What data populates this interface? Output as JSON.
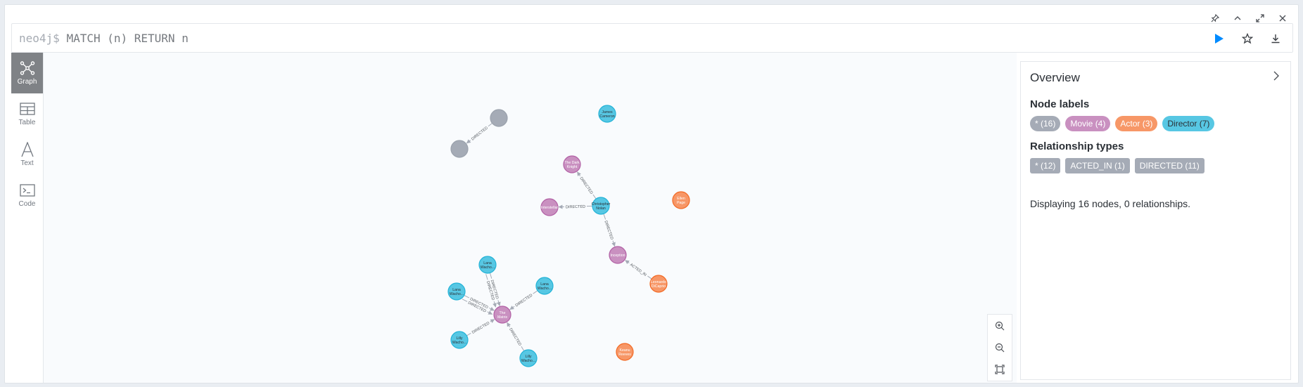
{
  "editor": {
    "prompt": "neo4j$",
    "query": "MATCH (n) RETURN n"
  },
  "sidebar": {
    "tabs": [
      {
        "label": "Graph"
      },
      {
        "label": "Table"
      },
      {
        "label": "Text"
      },
      {
        "label": "Code"
      }
    ]
  },
  "overview": {
    "title": "Overview",
    "node_labels_heading": "Node labels",
    "node_labels": [
      {
        "label": "* (16)",
        "color": "#a5abb6"
      },
      {
        "label": "Movie (4)",
        "color": "#c990c0"
      },
      {
        "label": "Actor (3)",
        "color": "#f79767"
      },
      {
        "label": "Director (7)",
        "color": "#57c7e3"
      }
    ],
    "rel_types_heading": "Relationship types",
    "rel_types": [
      {
        "label": "* (12)"
      },
      {
        "label": "ACTED_IN (1)"
      },
      {
        "label": "DIRECTED (11)"
      }
    ],
    "status": "Displaying 16 nodes, 0 relationships."
  },
  "colors": {
    "movie": "#c990c0",
    "actor": "#f79767",
    "director": "#57c7e3",
    "unlabeled": "#a5abb6",
    "rel": "#a5abb6"
  },
  "graph": {
    "nodes": [
      {
        "id": "u1",
        "type": "unlabeled",
        "caption": ""
      },
      {
        "id": "u2",
        "type": "unlabeled",
        "caption": ""
      },
      {
        "id": "jc",
        "type": "director",
        "caption": "James Cameron"
      },
      {
        "id": "tdk",
        "type": "movie",
        "caption": "The Dark Knight"
      },
      {
        "id": "cn",
        "type": "director",
        "caption": "Christopher Nolan"
      },
      {
        "id": "inter",
        "type": "movie",
        "caption": "Interstellar"
      },
      {
        "id": "ep",
        "type": "actor",
        "caption": "Ellen Page"
      },
      {
        "id": "inc",
        "type": "movie",
        "caption": "Inception"
      },
      {
        "id": "ldc",
        "type": "actor",
        "caption": "Leonardo DiCaprio"
      },
      {
        "id": "lw1",
        "type": "director",
        "caption": "Lana Wacho..."
      },
      {
        "id": "lw2",
        "type": "director",
        "caption": "Lana Wacho..."
      },
      {
        "id": "lw3",
        "type": "director",
        "caption": "Lana Wacho..."
      },
      {
        "id": "tm",
        "type": "movie",
        "caption": "The Matrix"
      },
      {
        "id": "lily1",
        "type": "director",
        "caption": "Lilly Wacho..."
      },
      {
        "id": "lily2",
        "type": "director",
        "caption": "Lilly Wacho..."
      },
      {
        "id": "kr",
        "type": "actor",
        "caption": "Keanu Reeves"
      }
    ],
    "rels": [
      {
        "from": "u1",
        "to": "u2",
        "type": "DIRECTED"
      },
      {
        "from": "cn",
        "to": "tdk",
        "type": "DIRECTED"
      },
      {
        "from": "cn",
        "to": "inter",
        "type": "DIRECTED"
      },
      {
        "from": "cn",
        "to": "inc",
        "type": "DIRECTED"
      },
      {
        "from": "ldc",
        "to": "inc",
        "type": "ACTED_IN"
      },
      {
        "from": "lw1",
        "to": "tm",
        "type": "DIRECTED"
      },
      {
        "from": "lw1",
        "to": "tm",
        "type": "DIRECTED"
      },
      {
        "from": "lw2",
        "to": "tm",
        "type": "DIRECTED"
      },
      {
        "from": "lw2",
        "to": "tm",
        "type": "DIRECTED"
      },
      {
        "from": "lw3",
        "to": "tm",
        "type": "DIRECTED"
      },
      {
        "from": "lily1",
        "to": "tm",
        "type": "DIRECTED"
      },
      {
        "from": "lily2",
        "to": "tm",
        "type": "DIRECTED"
      }
    ]
  }
}
